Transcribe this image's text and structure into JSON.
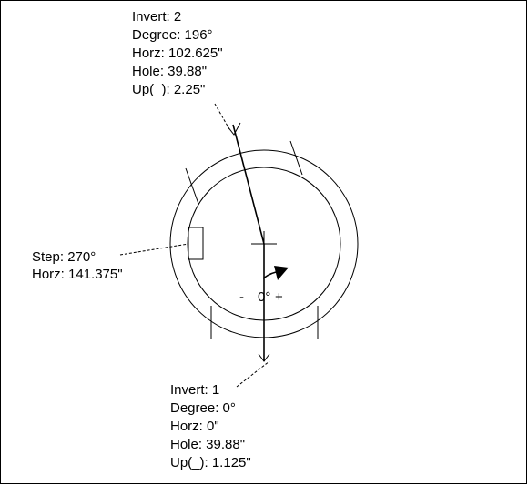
{
  "invert_2": {
    "lines": [
      "Invert: 2",
      "Degree: 196°",
      "Horz: 102.625\"",
      "Hole: 39.88\"",
      "Up(_): 2.25\""
    ]
  },
  "step": {
    "lines": [
      "Step: 270°",
      "Horz: 141.375\""
    ]
  },
  "invert_1": {
    "lines": [
      "Invert: 1",
      "Degree: 0°",
      "Horz: 0\"",
      "Hole: 39.88\"",
      "Up(_): 1.125\""
    ]
  },
  "center_scale": {
    "minus": "-",
    "degree": "0°",
    "plus": "+"
  },
  "colors": {
    "line": "#000000",
    "background": "#ffffff"
  }
}
